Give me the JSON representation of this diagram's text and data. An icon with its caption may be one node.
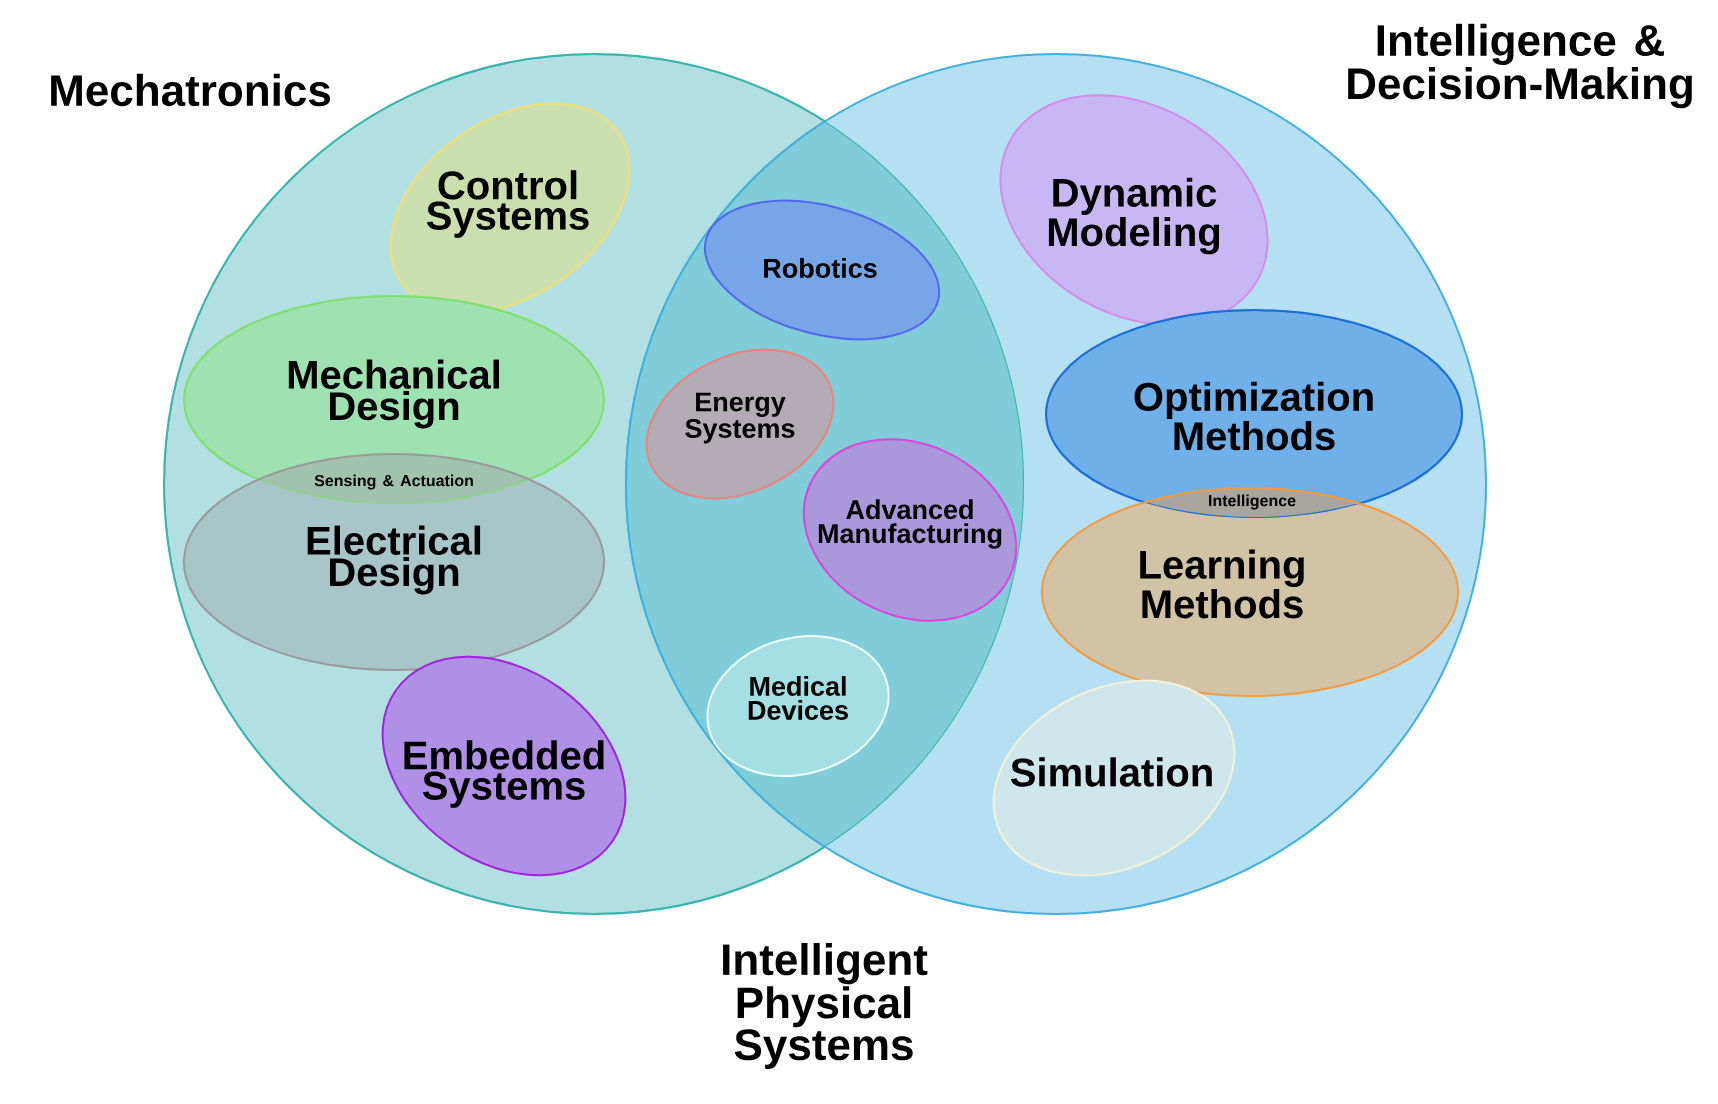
{
  "diagram": {
    "nodes": [
      {
        "text": [
          "Mechatronics"
        ]
      },
      {
        "text": [
          "Intelligence & Decision-Making"
        ]
      },
      {
        "text": [
          "Control Systems"
        ],
        "in": 0
      },
      {
        "text": [
          "Mechanical Design"
        ],
        "in": 0
      },
      {
        "text": [
          "Electrical Design"
        ],
        "in": 0
      },
      {
        "text": [
          "Embedded Systems"
        ],
        "in": 0
      },
      {
        "text": [
          "Robotics"
        ]
      },
      {
        "text": [
          "Energy Systems"
        ]
      },
      {
        "text": [
          "Advanced Manufacturing"
        ]
      },
      {
        "text": [
          "Medical Devices"
        ]
      },
      {
        "text": [
          "Dynamic Modeling"
        ],
        "in": 1
      },
      {
        "text": [
          "Optimization Methods"
        ],
        "in": 1
      },
      {
        "text": [
          "Learning Methods"
        ],
        "in": 1
      },
      {
        "text": [
          "Simulation"
        ],
        "in": 1
      }
    ],
    "labels": [
      "Sensing & Actuation",
      "Intelligence",
      "Intelligent Physical Systems"
    ]
  }
}
